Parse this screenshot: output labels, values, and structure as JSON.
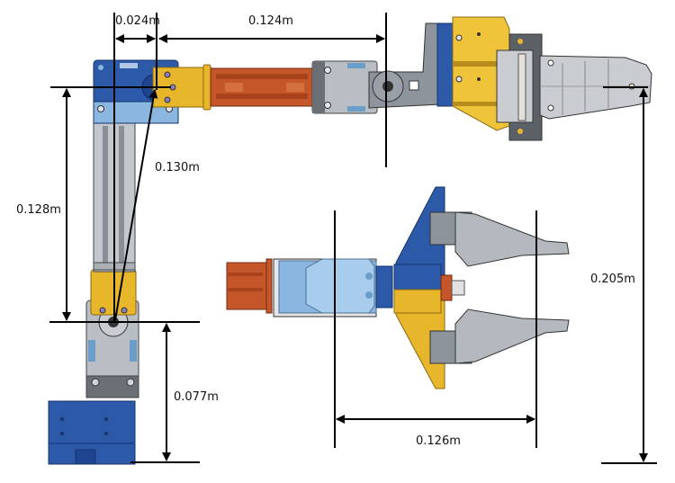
{
  "title": "Robotic arm dimension diagram",
  "dimensions": {
    "shoulder_offset": "0.024m",
    "upper_link": "0.124m",
    "diagonal_link": "0.130m",
    "vertical_link": "0.128m",
    "base_height": "0.077m",
    "gripper_width": "0.126m",
    "gripper_reach": "0.205m"
  },
  "colors": {
    "blue": "#2c5aa8",
    "dark_blue": "#1f4590",
    "light_blue": "#8ab6e0",
    "yellow": "#e8b62a",
    "orange": "#c4562a",
    "gray": "#9aa0a8",
    "dark_gray": "#5c6168",
    "light_gray": "#c9cdd2",
    "line": "#000000"
  }
}
